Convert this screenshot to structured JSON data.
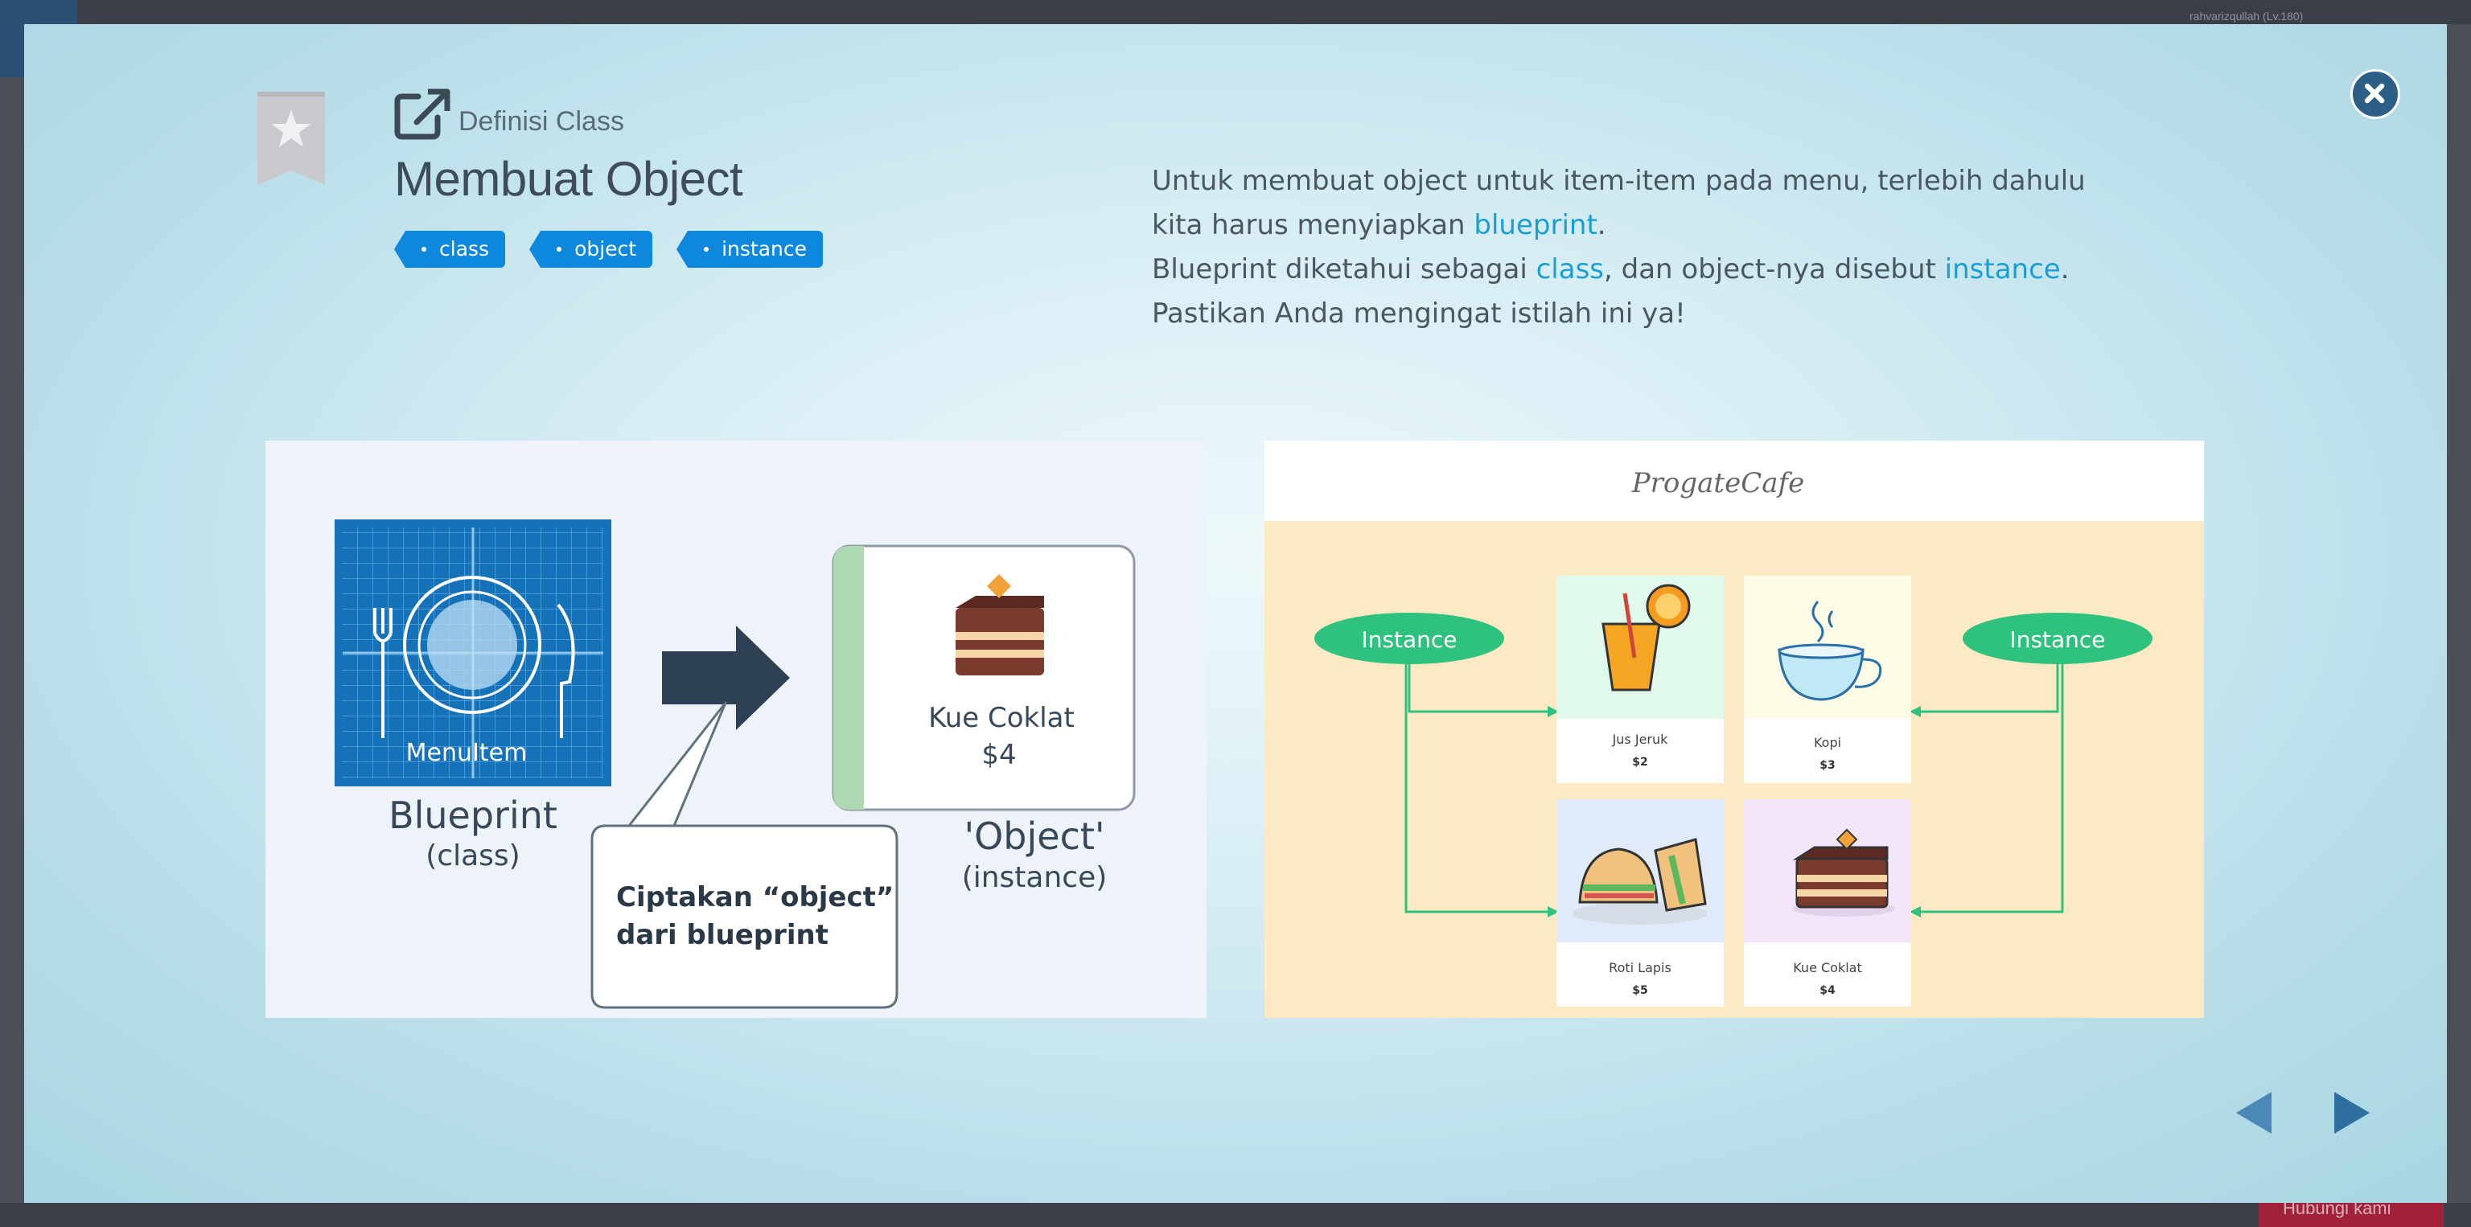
{
  "background": {
    "user_name": "rahvarizqullah (Lv.180)",
    "bottom_button": "Hubungi kami"
  },
  "header": {
    "subtitle": "Definisi Class",
    "title": "Membuat Object",
    "tags": [
      "class",
      "object",
      "instance"
    ]
  },
  "description": {
    "line1": "Untuk membuat object untuk item-item pada menu, terlebih dahulu",
    "line2_pre": "kita harus menyiapkan ",
    "line2_hl": "blueprint",
    "line2_post": ".",
    "line3_pre": "Blueprint diketahui sebagai ",
    "line3_hl1": "class",
    "line3_mid": ", dan object-nya disebut ",
    "line3_hl2": "instance",
    "line3_post": ".",
    "line4": "Pastikan Anda mengingat istilah ini ya!"
  },
  "left_diagram": {
    "blueprint_label": "MenuItem",
    "blueprint_title": "Blueprint",
    "blueprint_sub": "(class)",
    "object_name": "Kue Coklat",
    "object_price": "$4",
    "object_title": "'Object'",
    "object_sub": "(instance)",
    "bubble_line1": "Ciptakan “object”",
    "bubble_line2": "dari blueprint"
  },
  "right_diagram": {
    "cafe_name": "ProgateCafe",
    "instance_left": "Instance",
    "instance_right": "Instance",
    "items": [
      {
        "name": "Jus Jeruk",
        "price": "$2"
      },
      {
        "name": "Kopi",
        "price": "$3"
      },
      {
        "name": "Roti Lapis",
        "price": "$5"
      },
      {
        "name": "Kue Coklat",
        "price": "$4"
      }
    ]
  },
  "colors": {
    "accent": "#1a9ed4",
    "tag": "#0d88dd",
    "instance_green": "#2ec27e",
    "blueprint_blue": "#1672b8",
    "close_button": "#2c5f86"
  }
}
